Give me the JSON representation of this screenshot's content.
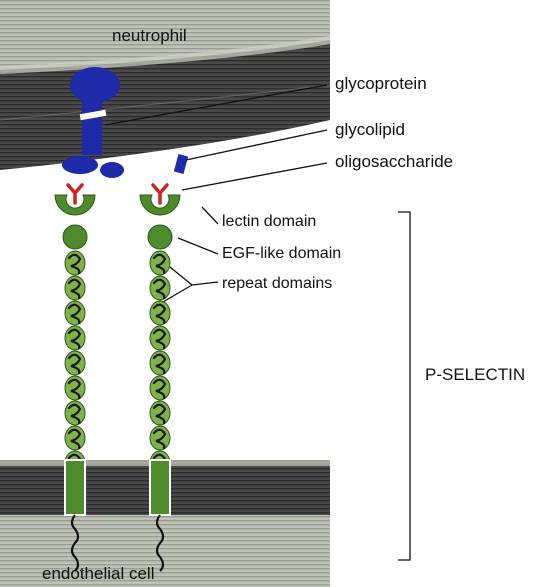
{
  "labels": {
    "neutrophil": "neutrophil",
    "glycoprotein": "glycoprotein",
    "glycolipid": "glycolipid",
    "oligosaccharide": "oligosaccharide",
    "lectin_domain": "lectin domain",
    "egf_domain": "EGF-like domain",
    "repeat_domains": "repeat domains",
    "p_selectin": "P-SELECTIN",
    "endothelial_cell": "endothelial cell"
  },
  "colors": {
    "membrane_dark": "#3e3e3e",
    "cytoplasm": "#b9bcb0",
    "protein_green": "#4f8a2c",
    "protein_green_light": "#7fb24a",
    "glyco_blue": "#1f2aa8",
    "sugar_red": "#cc2222"
  },
  "repeat_count_per_molecule": 9,
  "molecule_count": 2
}
